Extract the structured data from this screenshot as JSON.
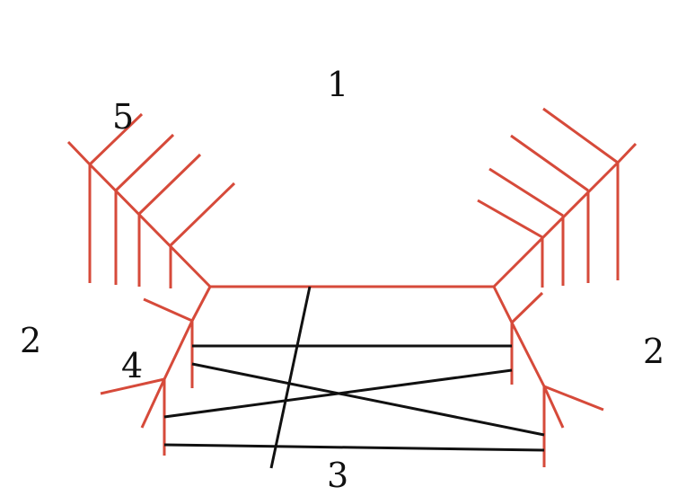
{
  "colors": {
    "tree": "#d64a3a",
    "chords": "#111111",
    "background": "#ffffff"
  },
  "labels": {
    "top": "1",
    "left": "2",
    "right": "2",
    "bottom": "3",
    "inner_left": "4",
    "upper_left": "5"
  }
}
